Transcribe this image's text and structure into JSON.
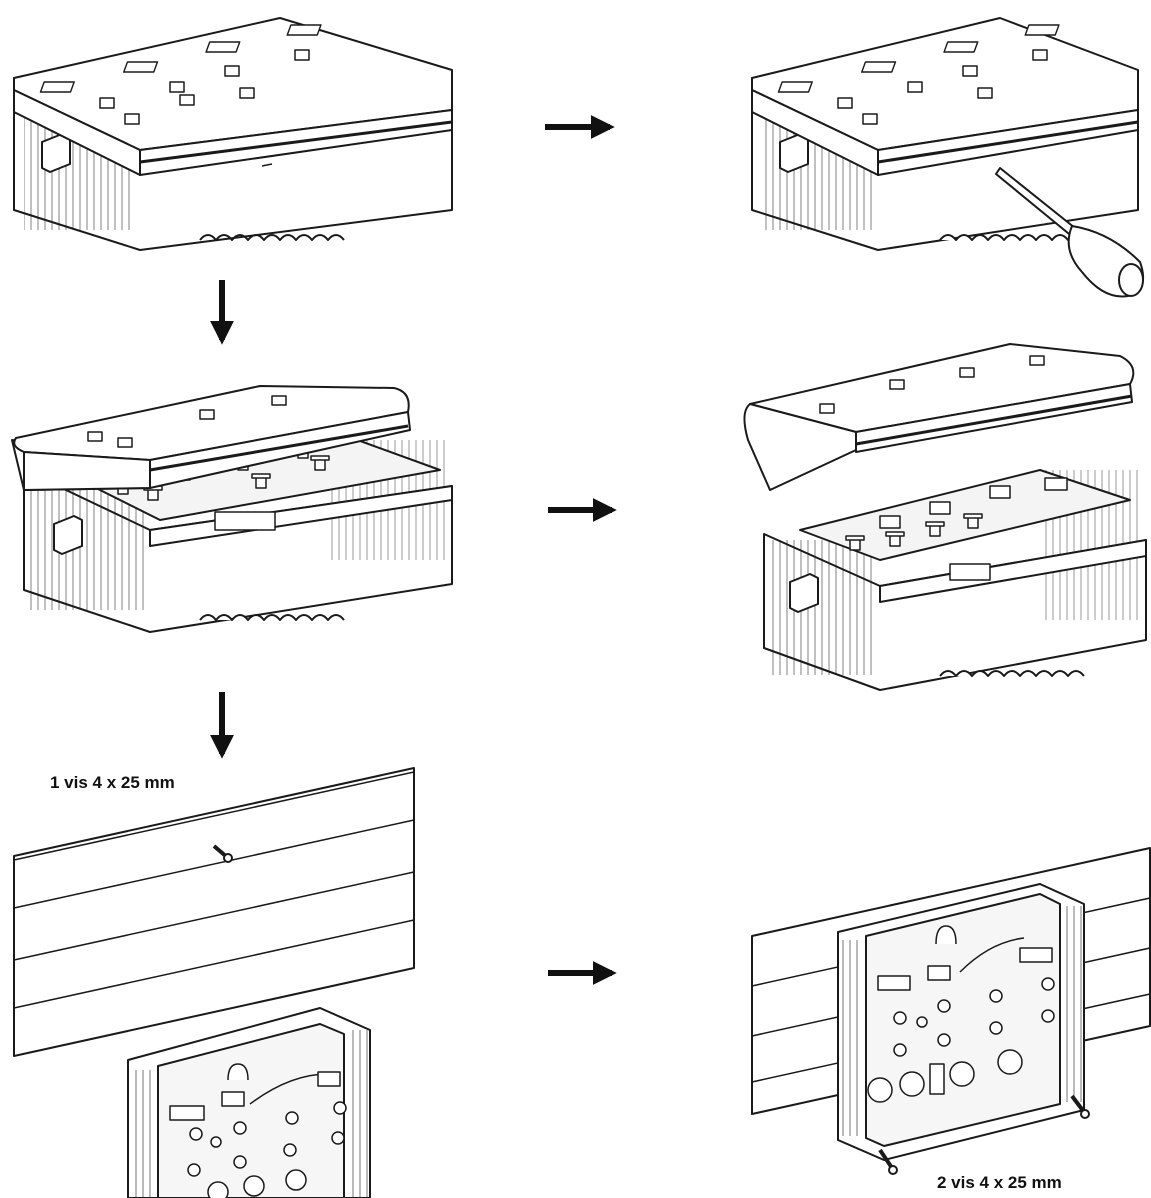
{
  "steps": [
    {
      "id": "closed-unit",
      "illustration": "closed-controller-unit"
    },
    {
      "id": "screwdriver-release",
      "illustration": "screwdriver-release-clip"
    },
    {
      "id": "lid-tilting",
      "illustration": "lid-tilting-open"
    },
    {
      "id": "lid-removed",
      "illustration": "lid-removed-base-open"
    },
    {
      "id": "wall-single-screw",
      "illustration": "wall-panel-single-screw"
    },
    {
      "id": "base-mounted",
      "illustration": "base-mounted-on-wall"
    }
  ],
  "captions": {
    "one_screw": "1 vis 4 x 25 mm",
    "two_screws": "2 vis 4 x 25 mm"
  },
  "arrows": [
    {
      "from": "closed-unit",
      "to": "screwdriver-release",
      "direction": "right"
    },
    {
      "from": "closed-unit",
      "to": "lid-tilting",
      "direction": "down"
    },
    {
      "from": "lid-tilting",
      "to": "lid-removed",
      "direction": "right"
    },
    {
      "from": "lid-tilting",
      "to": "wall-single-screw",
      "direction": "down"
    },
    {
      "from": "wall-single-screw",
      "to": "base-mounted",
      "direction": "right"
    }
  ],
  "colors": {
    "line": "#1a1a1a",
    "fill": "#ffffff",
    "shade": "#e6e6e6"
  }
}
